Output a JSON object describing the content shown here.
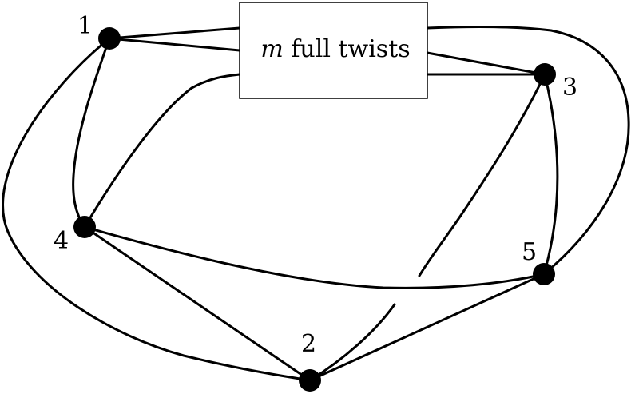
{
  "diagram": {
    "box": {
      "variable": "m",
      "text": "full twists"
    },
    "vertices": [
      {
        "id": "v1",
        "label": "1"
      },
      {
        "id": "v2",
        "label": "2"
      },
      {
        "id": "v3",
        "label": "3"
      },
      {
        "id": "v4",
        "label": "4"
      },
      {
        "id": "v5",
        "label": "5"
      }
    ]
  },
  "colors": {
    "stroke": "#000000",
    "vertex": "#000000",
    "background": "#ffffff"
  }
}
